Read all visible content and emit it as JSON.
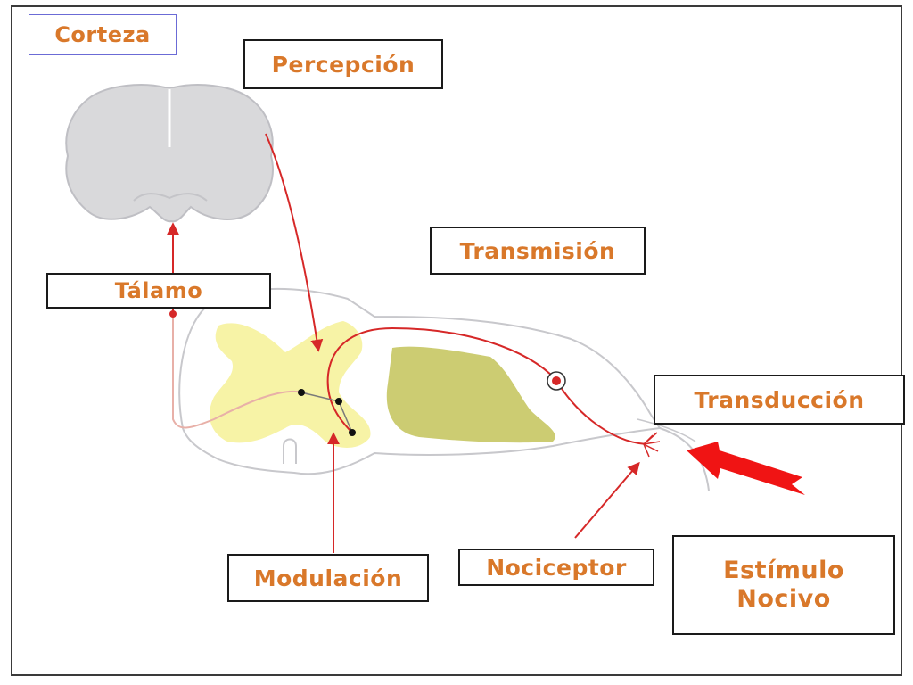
{
  "labels": {
    "corteza": "Corteza",
    "percepcion": "Percepción",
    "talamo": "Tálamo",
    "transmision": "Transmisión",
    "transduccion": "Transducción",
    "modulacion": "Modulación",
    "nociceptor": "Nociceptor",
    "estimulo_line1": "Estímulo",
    "estimulo_line2": "Nocivo"
  },
  "colors": {
    "label_text": "#d9782a",
    "pathway": "#d62828",
    "stimulus_arrow": "#f01414",
    "gray_matter": "#f7f3a6",
    "ganglion": "#cccc72",
    "brain": "#d9d9db"
  }
}
